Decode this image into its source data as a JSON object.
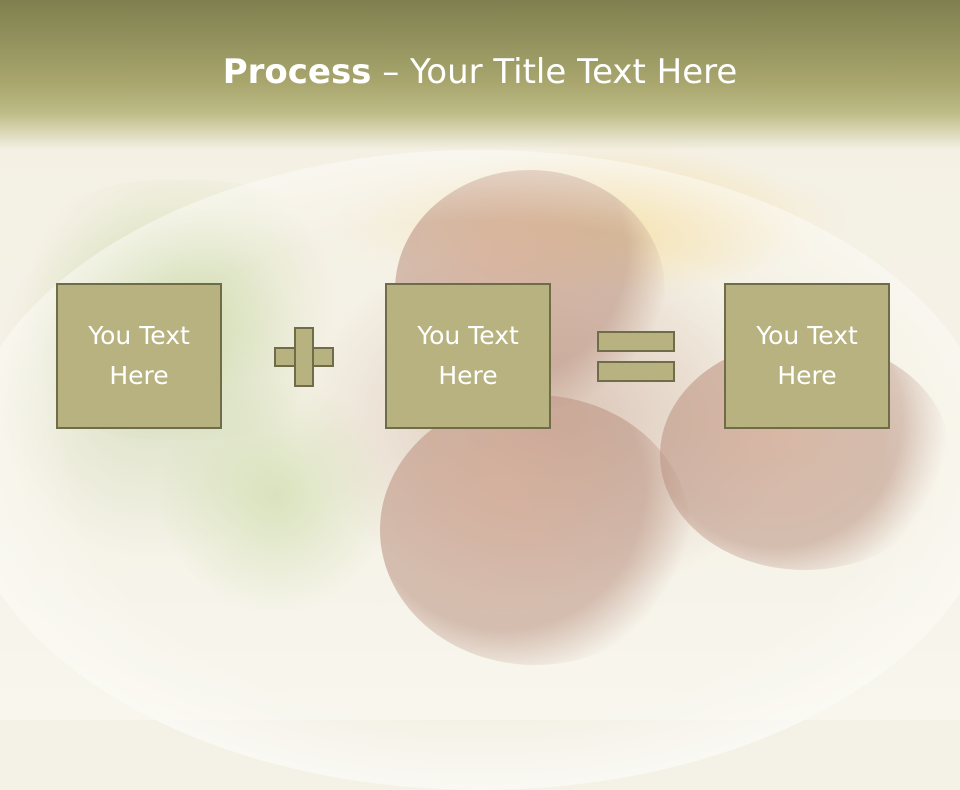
{
  "title": {
    "bold": "Process",
    "rest": " – Your Title Text Here"
  },
  "boxes": [
    {
      "line1": "You Text",
      "line2": "Here"
    },
    {
      "line1": "You Text",
      "line2": "Here"
    },
    {
      "line1": "You Text",
      "line2": "Here"
    }
  ],
  "operators": {
    "first": "plus-icon",
    "second": "equals-icon"
  },
  "colors": {
    "title_band": "#a8a66d",
    "box_fill": "#b7b27f",
    "box_border": "#6f6d49",
    "text": "#ffffff"
  }
}
